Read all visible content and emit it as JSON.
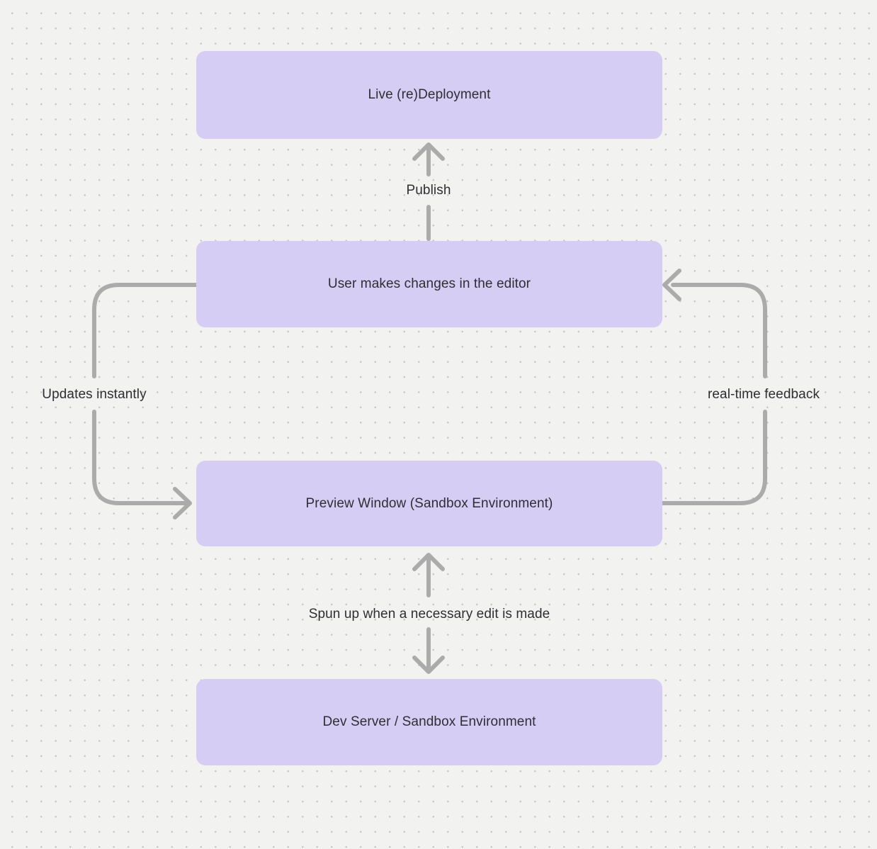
{
  "diagram": {
    "nodes": [
      {
        "id": "live-deployment",
        "label": "Live (re)Deployment"
      },
      {
        "id": "user-changes",
        "label": "User makes changes in the editor"
      },
      {
        "id": "preview-window",
        "label": "Preview Window (Sandbox Environment)"
      },
      {
        "id": "dev-server",
        "label": "Dev Server / Sandbox Environment"
      }
    ],
    "edges": [
      {
        "id": "publish",
        "label": "Publish",
        "from": "user-changes",
        "to": "live-deployment"
      },
      {
        "id": "updates-instantly",
        "label": "Updates instantly",
        "from": "user-changes",
        "to": "preview-window"
      },
      {
        "id": "real-time-feedback",
        "label": "real-time feedback",
        "from": "preview-window",
        "to": "user-changes"
      },
      {
        "id": "spun-up",
        "label": "Spun up when a necessary edit is made",
        "from": "preview-window",
        "to": "dev-server"
      }
    ],
    "colors": {
      "background": "#f2f2f1",
      "grid_dot": "#c6c6c6",
      "node_fill": "#d6cdf5",
      "node_text": "#2e2e33",
      "arrow": "#ababab"
    }
  }
}
